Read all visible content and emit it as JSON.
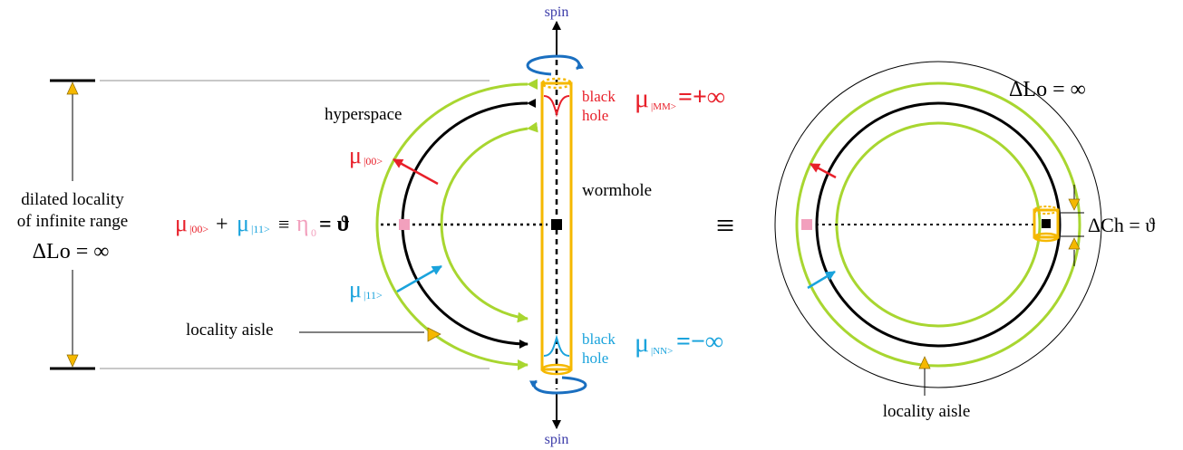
{
  "labels": {
    "spin_top": "spin",
    "spin_bottom": "spin",
    "hyperspace": "hyperspace",
    "wormhole": "wormhole",
    "black_hole_top": "black\nhole",
    "black_hole_bottom": "black\nhole",
    "dilated_line1": "dilated locality",
    "dilated_line2": "of infinite range",
    "delta_lo_left": "ΔLo = ∞",
    "locality_aisle_left": "locality aisle",
    "locality_aisle_right": "locality aisle",
    "delta_lo_right": "ΔLo = ∞",
    "delta_ch": "ΔCh = ϑ",
    "equiv": "≡"
  },
  "equations": {
    "mu_top_sym": "μ",
    "mu_top_sub": "|MM>",
    "mu_top_rhs": "=+∞",
    "mu_bottom_sym": "μ",
    "mu_bottom_sub": "|NN>",
    "mu_bottom_rhs": "=−∞",
    "mu00_sym": "μ",
    "mu00_sub": "|00>",
    "mu11_sym": "μ",
    "mu11_sub": "|11>",
    "center_mu00_sub": "|00>",
    "center_plus": "+",
    "center_mu11_sub": "|11>",
    "center_equiv": "≡",
    "center_eta": "η",
    "center_eta_sub": "0",
    "center_rhs": "= ϑ"
  },
  "colors": {
    "green": "#a8d630",
    "yellow": "#f5b800",
    "red": "#e8202a",
    "blue": "#1aa3dc",
    "pink": "#f2a0bd",
    "gray": "#c8c8c8"
  }
}
